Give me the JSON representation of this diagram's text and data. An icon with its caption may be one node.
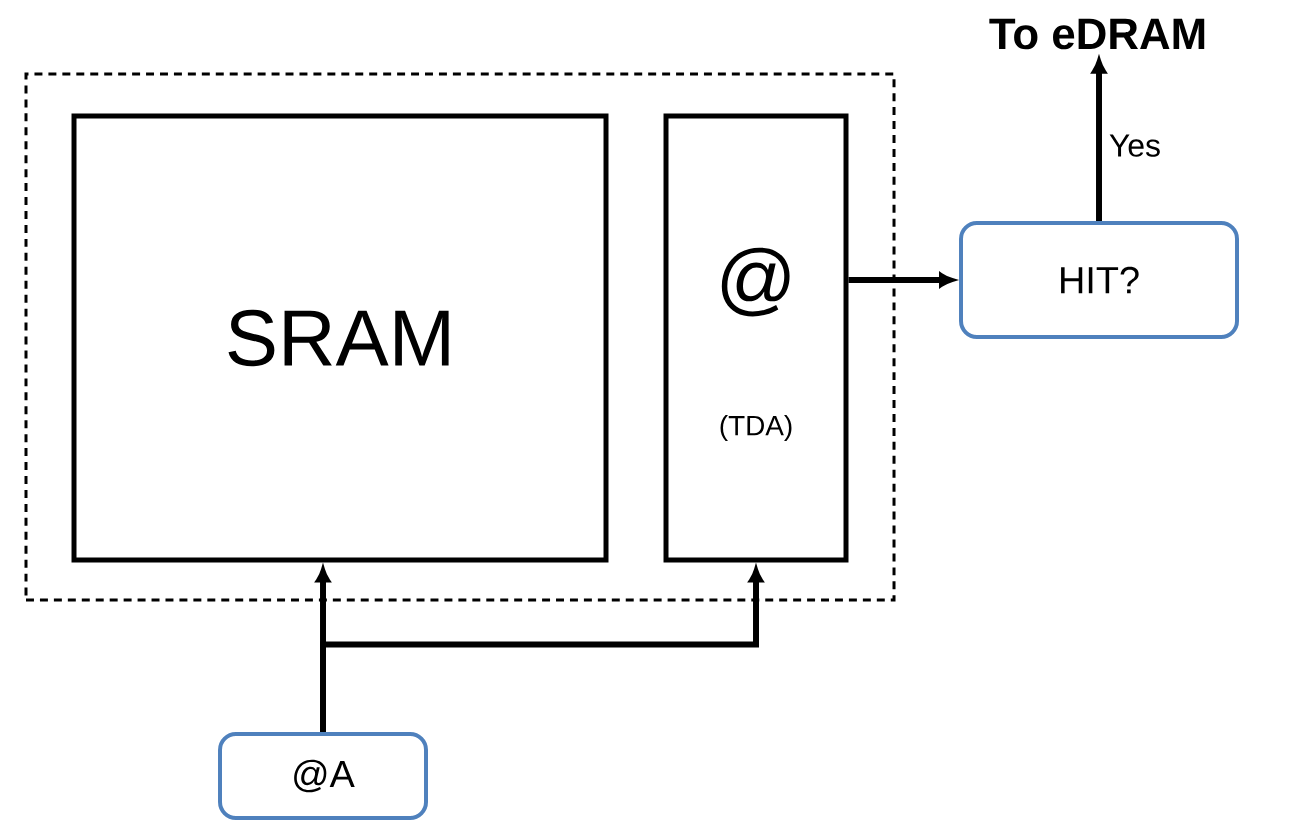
{
  "diagram": {
    "nodes": [
      {
        "text": [],
        "shape": "box"
      },
      {
        "text": [
          "SRAM"
        ],
        "in": 0
      },
      {
        "text": [
          "@",
          "(TDA)"
        ],
        "in": 0
      },
      {
        "text": [
          "HIT?"
        ]
      },
      {
        "text": [
          "To eDRAM"
        ]
      },
      {
        "text": [
          "@A"
        ]
      }
    ],
    "edges": [
      {
        "from": 5,
        "to": 1,
        "arrow": "to"
      },
      {
        "from": 5,
        "to": 2,
        "arrow": "to"
      },
      {
        "from": 2,
        "to": 3,
        "arrow": "to"
      },
      {
        "from": 3,
        "to": 4,
        "arrow": "to",
        "label": "Yes"
      }
    ]
  }
}
